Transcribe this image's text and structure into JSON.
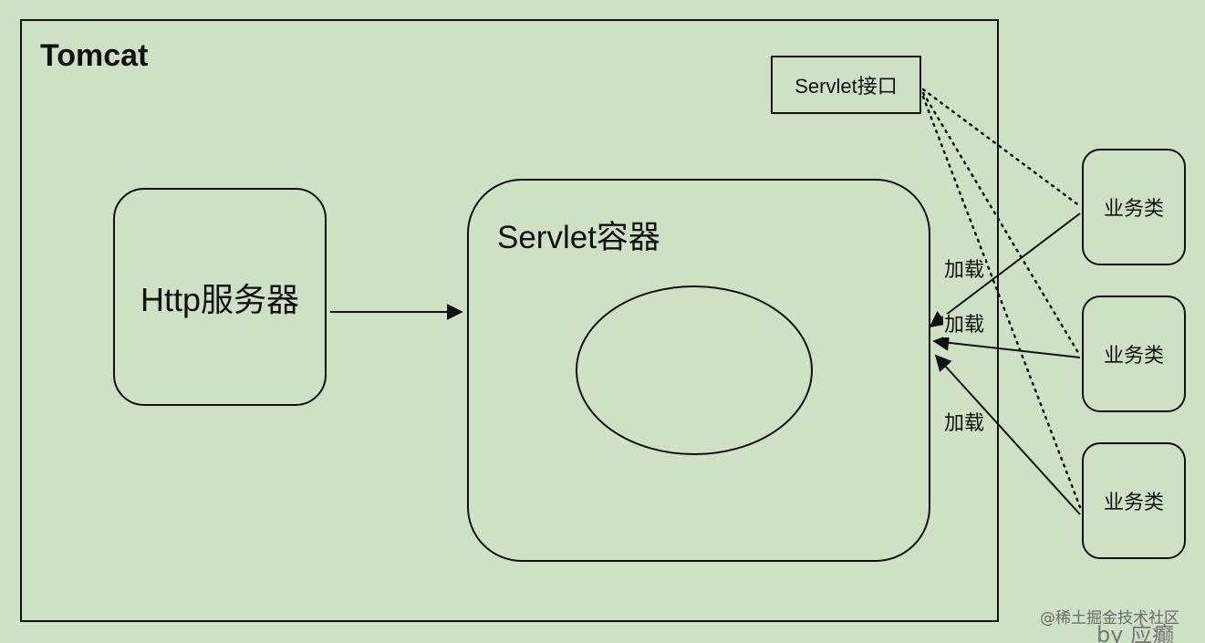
{
  "diagram": {
    "tomcat_title": "Tomcat",
    "http_server_label": "Http服务器",
    "servlet_container_label": "Servlet容器",
    "servlet_interface_label": "Servlet接口",
    "business_classes": [
      {
        "label": "业务类"
      },
      {
        "label": "业务类"
      },
      {
        "label": "业务类"
      }
    ],
    "load_labels": [
      "加载",
      "加载",
      "加载"
    ]
  },
  "watermark": {
    "site": "@稀土掘金技术社区",
    "author": "by 应癫"
  },
  "colors": {
    "background": "#cfe1c5",
    "stroke": "#111111"
  }
}
